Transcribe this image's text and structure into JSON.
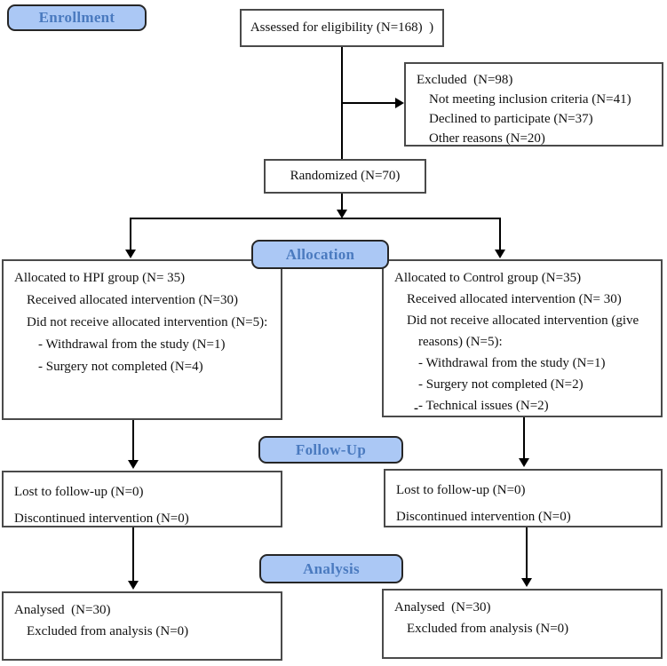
{
  "diagram_title": "CONSORT participant flow diagram",
  "stage_labels": {
    "enrollment": "Enrollment",
    "allocation": "Allocation",
    "followup": "Follow-Up",
    "analysis": "Analysis"
  },
  "boxes": {
    "assessed": {
      "text": "Assessed for eligibility (N=168)  )"
    },
    "excluded": {
      "lines": [
        "Excluded  (N=98)",
        "Not meeting inclusion criteria (N=41)",
        "Declined to participate (N=37)",
        "Other reasons (N=20)"
      ]
    },
    "randomized": {
      "text": "Randomized (N=70)"
    },
    "alloc_hpi": {
      "lines": [
        "Allocated to HPI group (N= 35)",
        "Received allocated intervention (N=30)",
        "Did not receive allocated intervention (N=5):",
        "- Withdrawal from the study (N=1)",
        "- Surgery not completed (N=4)"
      ]
    },
    "alloc_control": {
      "lines": [
        "Allocated to Control group (N=35)",
        "Received allocated intervention (N= 30)",
        "Did not receive allocated intervention (give",
        "reasons) (N=5):",
        "- Withdrawal from the study (N=1)",
        "- Surgery not completed (N=2)",
        "- Technical issues (N=2)"
      ],
      "stray_dash": "-"
    },
    "followup_left": {
      "lines": [
        "Lost to follow-up (N=0)",
        "Discontinued intervention (N=0)"
      ]
    },
    "followup_right": {
      "lines": [
        "Lost to follow-up (N=0)",
        "Discontinued intervention (N=0)"
      ]
    },
    "analysis_left": {
      "lines": [
        "Analysed  (N=30)",
        "Excluded from analysis (N=0)"
      ]
    },
    "analysis_right": {
      "lines": [
        "Analysed  (N=30)",
        "Excluded from analysis (N=0)"
      ]
    }
  },
  "colors": {
    "stage_fill": "#abc8f5",
    "stage_text": "#4a7abf",
    "stage_border": "#262626",
    "box_border": "#4a4a4a",
    "connector": "#000000",
    "background": "#ffffff"
  }
}
